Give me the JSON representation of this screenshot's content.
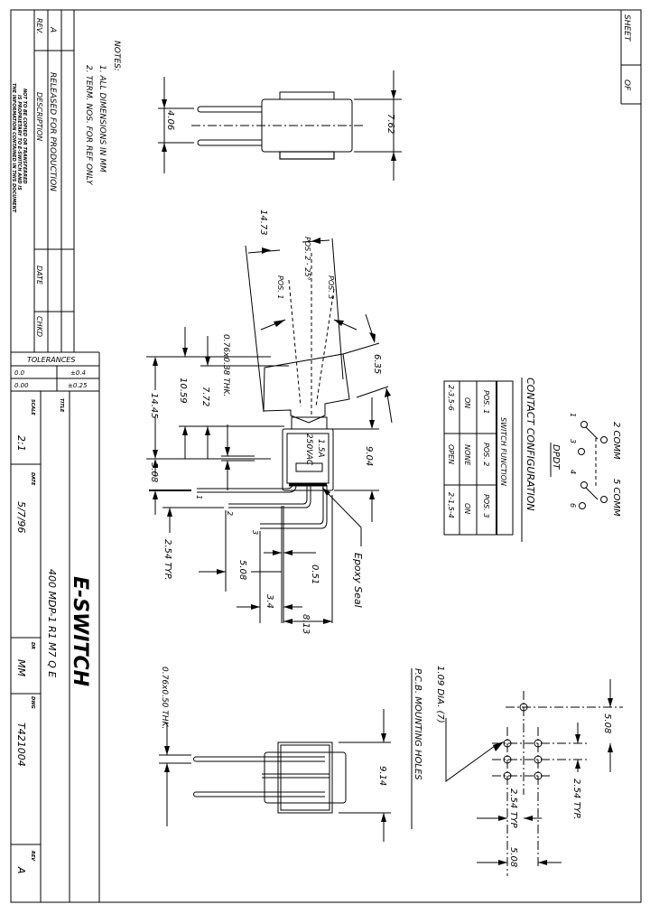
{
  "notes": {
    "heading": "NOTES:",
    "items": [
      "1. ALL DIMENSIONS IN MM",
      "2. TERM. NOS. FOR REF ONLY"
    ]
  },
  "revision": {
    "headers": {
      "rev": "REV.",
      "description": "DESCRIPTION",
      "date": "DATE",
      "chkd": "CHKD"
    },
    "rows": [
      {
        "rev": "A",
        "description": "RELEASED FOR PRODUCTION",
        "date": "",
        "chkd": ""
      }
    ]
  },
  "proprietary": [
    "THE INFORMATION CONTAINED IN THIS DOCUMENT",
    "IS PROPRIETARY TO E-SWITCH AND IS",
    "NOT TO BE COPIED OR TRANSFERRED"
  ],
  "tolerances": {
    "title": "TOLERANCES",
    "rows": [
      [
        "0.0",
        "±0.4"
      ],
      [
        "0.00",
        "±0.25"
      ]
    ]
  },
  "title_block": {
    "title_label": "TITLE",
    "title": "400 MDP-1 R1 M7 Q E",
    "logo": "E-SWITCH",
    "scale_label": "SCALE",
    "scale": "2:1",
    "date_label": "DATE",
    "date": "5/7/96",
    "dr_label": "DR",
    "dr": "MM",
    "dwg_label": "DWG",
    "dwg": "T421004",
    "rev_label": "REV",
    "rev": "A"
  },
  "sheet": {
    "sheet_label": "SHEET",
    "of_label": "OF"
  },
  "top_view": {
    "dim_pins": "4.06",
    "dim_body": "7.62"
  },
  "side_view": {
    "rating_current": "1.5A",
    "rating_voltage": "250VAC",
    "dims": {
      "travel": "14.73",
      "pos2": "POS. 2 - 25°",
      "pos1": "POS. 1",
      "pos3": "POS. 3",
      "lever_width": "6.35",
      "overall_height": "14.45",
      "h1059": "10.59",
      "h772": "7.72",
      "term_thk": "0.76x0.38 THK.",
      "body_height": "9.04",
      "pin_pitch_v": "5.08",
      "pin_typ": "2.54 TYP.",
      "d051": "0.51",
      "d508": "5.08",
      "d34": "3.4",
      "d813": "8.13"
    },
    "terminal_numbers": [
      "1",
      "2",
      "3"
    ],
    "epoxy_label": "Epoxy Seal"
  },
  "bottom_view": {
    "term_thk": "0.76x0.50 THK.",
    "width": "9.14"
  },
  "contact_config": {
    "title": "CONTACT CONFIGURATION",
    "type": "DPDT",
    "comm_labels": [
      "2 COMM",
      "5 COMM"
    ],
    "terminal_labels": [
      "1",
      "3",
      "4",
      "6"
    ],
    "table": {
      "header": "SWITCH FUNCTION",
      "columns": [
        "POS. 1",
        "POS. 2",
        "POS. 3"
      ],
      "rows": [
        [
          "ON",
          "NONE",
          "ON"
        ],
        [
          "2-3,5-6",
          "OPEN",
          "2-1,5-4"
        ]
      ]
    }
  },
  "pcb": {
    "title": "P.C.B. MOUNTING HOLES",
    "hole_dia": "1.09 DIA. (7)",
    "dim_top": "5.08",
    "dim_typ_right": "2.54 TYP.",
    "dim_typ_left": "2.54 TYP",
    "dim_bottom": "5.08"
  }
}
